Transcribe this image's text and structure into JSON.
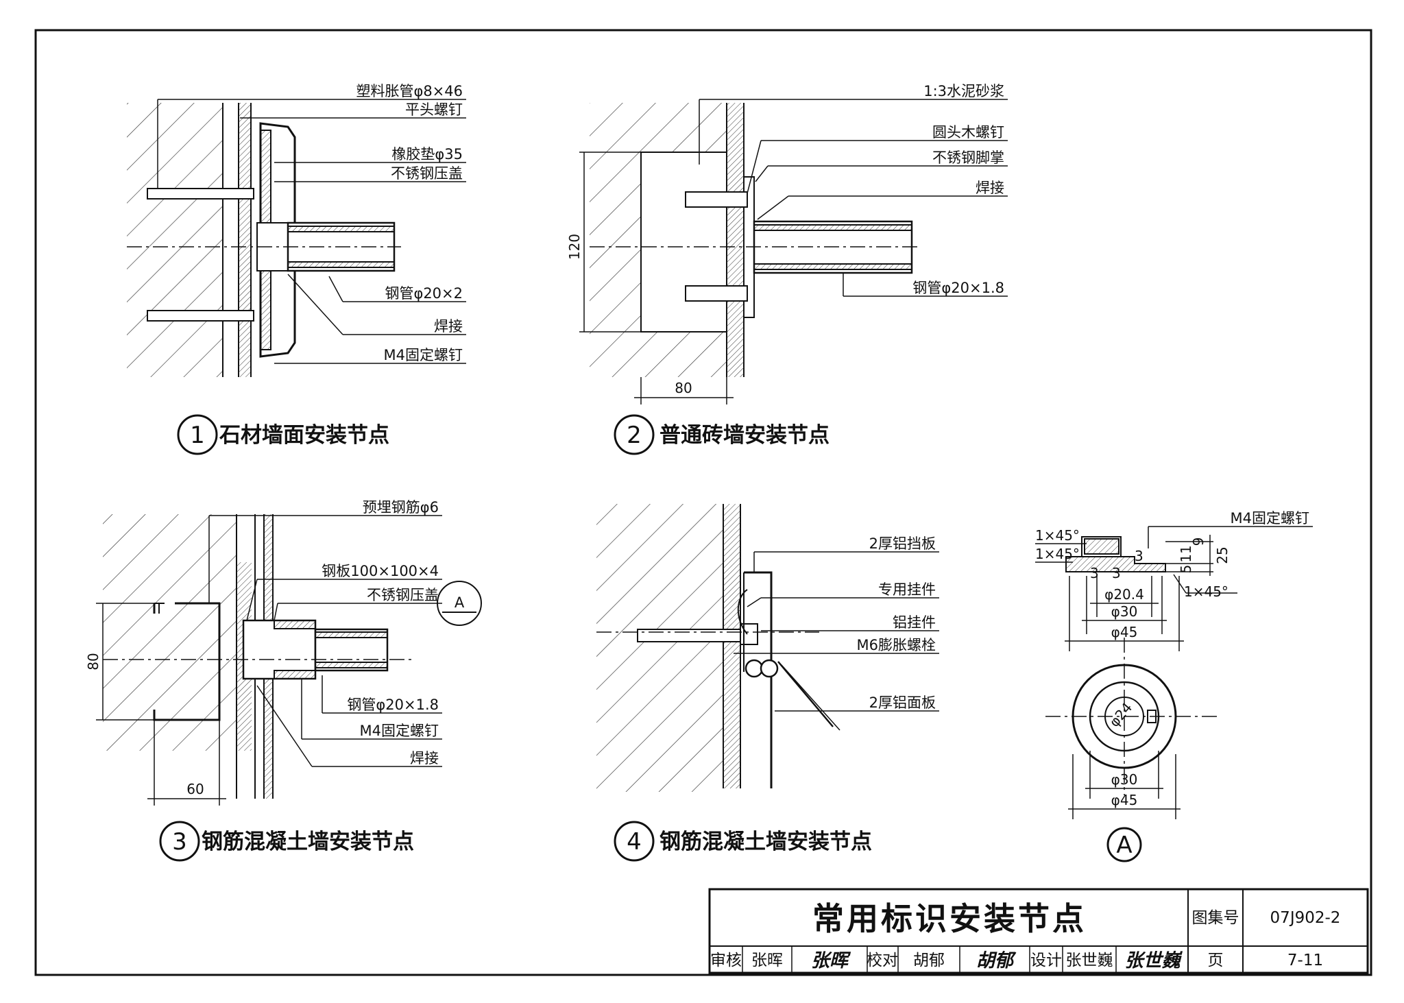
{
  "node1": {
    "num": "1",
    "title": "石材墙面安装节点",
    "labels": [
      "塑料胀管φ8×46",
      "平头螺钉",
      "橡胶垫φ35",
      "不锈钢压盖",
      "钢管φ20×2",
      "焊接",
      "M4固定螺钉"
    ]
  },
  "node2": {
    "num": "2",
    "title": "普通砖墙安装节点",
    "labels": [
      "1:3水泥砂浆",
      "圆头木螺钉",
      "不锈钢脚掌",
      "焊接",
      "钢管φ20×1.8"
    ],
    "dims": {
      "height": "120",
      "width": "80"
    }
  },
  "node3": {
    "num": "3",
    "title": "钢筋混凝土墙安装节点",
    "labels": [
      "预埋钢筋φ6",
      "钢板100×100×4",
      "不锈钢压盖",
      "钢管φ20×1.8",
      "M4固定螺钉",
      "焊接"
    ],
    "dims": {
      "height": "80",
      "width": "60"
    },
    "ref_mark": "A"
  },
  "node4": {
    "num": "4",
    "title": "钢筋混凝土墙安装节点",
    "labels": [
      "2厚铝挡板",
      "专用挂件",
      "铝挂件",
      "M6膨胀螺栓",
      "2厚铝面板"
    ]
  },
  "detailA": {
    "mark": "A",
    "labels": [
      "M4固定螺钉",
      "1×45°",
      "1×45°",
      "1×45°"
    ],
    "dims": [
      "3",
      "3",
      "3",
      "9",
      "11",
      "5",
      "25",
      "φ20.4",
      "φ30",
      "φ45",
      "φ24",
      "φ30",
      "φ45"
    ]
  },
  "title_block": {
    "title": "常用标识安装节点",
    "atlas_label": "图集号",
    "atlas_no": "07J902-2",
    "review_label": "审核",
    "reviewer": "张晖",
    "check_label": "校对",
    "checker": "胡郁",
    "design_label": "设计",
    "designer": "张世巍",
    "page_label": "页",
    "page_no": "7-11"
  }
}
